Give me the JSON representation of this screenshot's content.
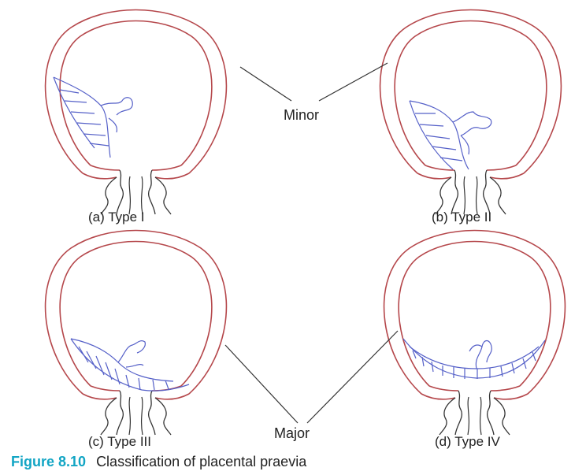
{
  "figure": {
    "panels": [
      {
        "id": "a",
        "label": "(a) Type I"
      },
      {
        "id": "b",
        "label": "(b) Type II"
      },
      {
        "id": "c",
        "label": "(c) Type III"
      },
      {
        "id": "d",
        "label": "(d) Type IV"
      }
    ],
    "groups": {
      "minor": "Minor",
      "major": "Major"
    },
    "caption": {
      "number": "Figure 8.10",
      "text": "Classification of placental praevia"
    },
    "colors": {
      "uterus_outline": "#b5474b",
      "placenta_vessels": "#5560c8",
      "connector_lines": "#333333",
      "caption_number": "#12a5c4",
      "text": "#222222"
    }
  }
}
